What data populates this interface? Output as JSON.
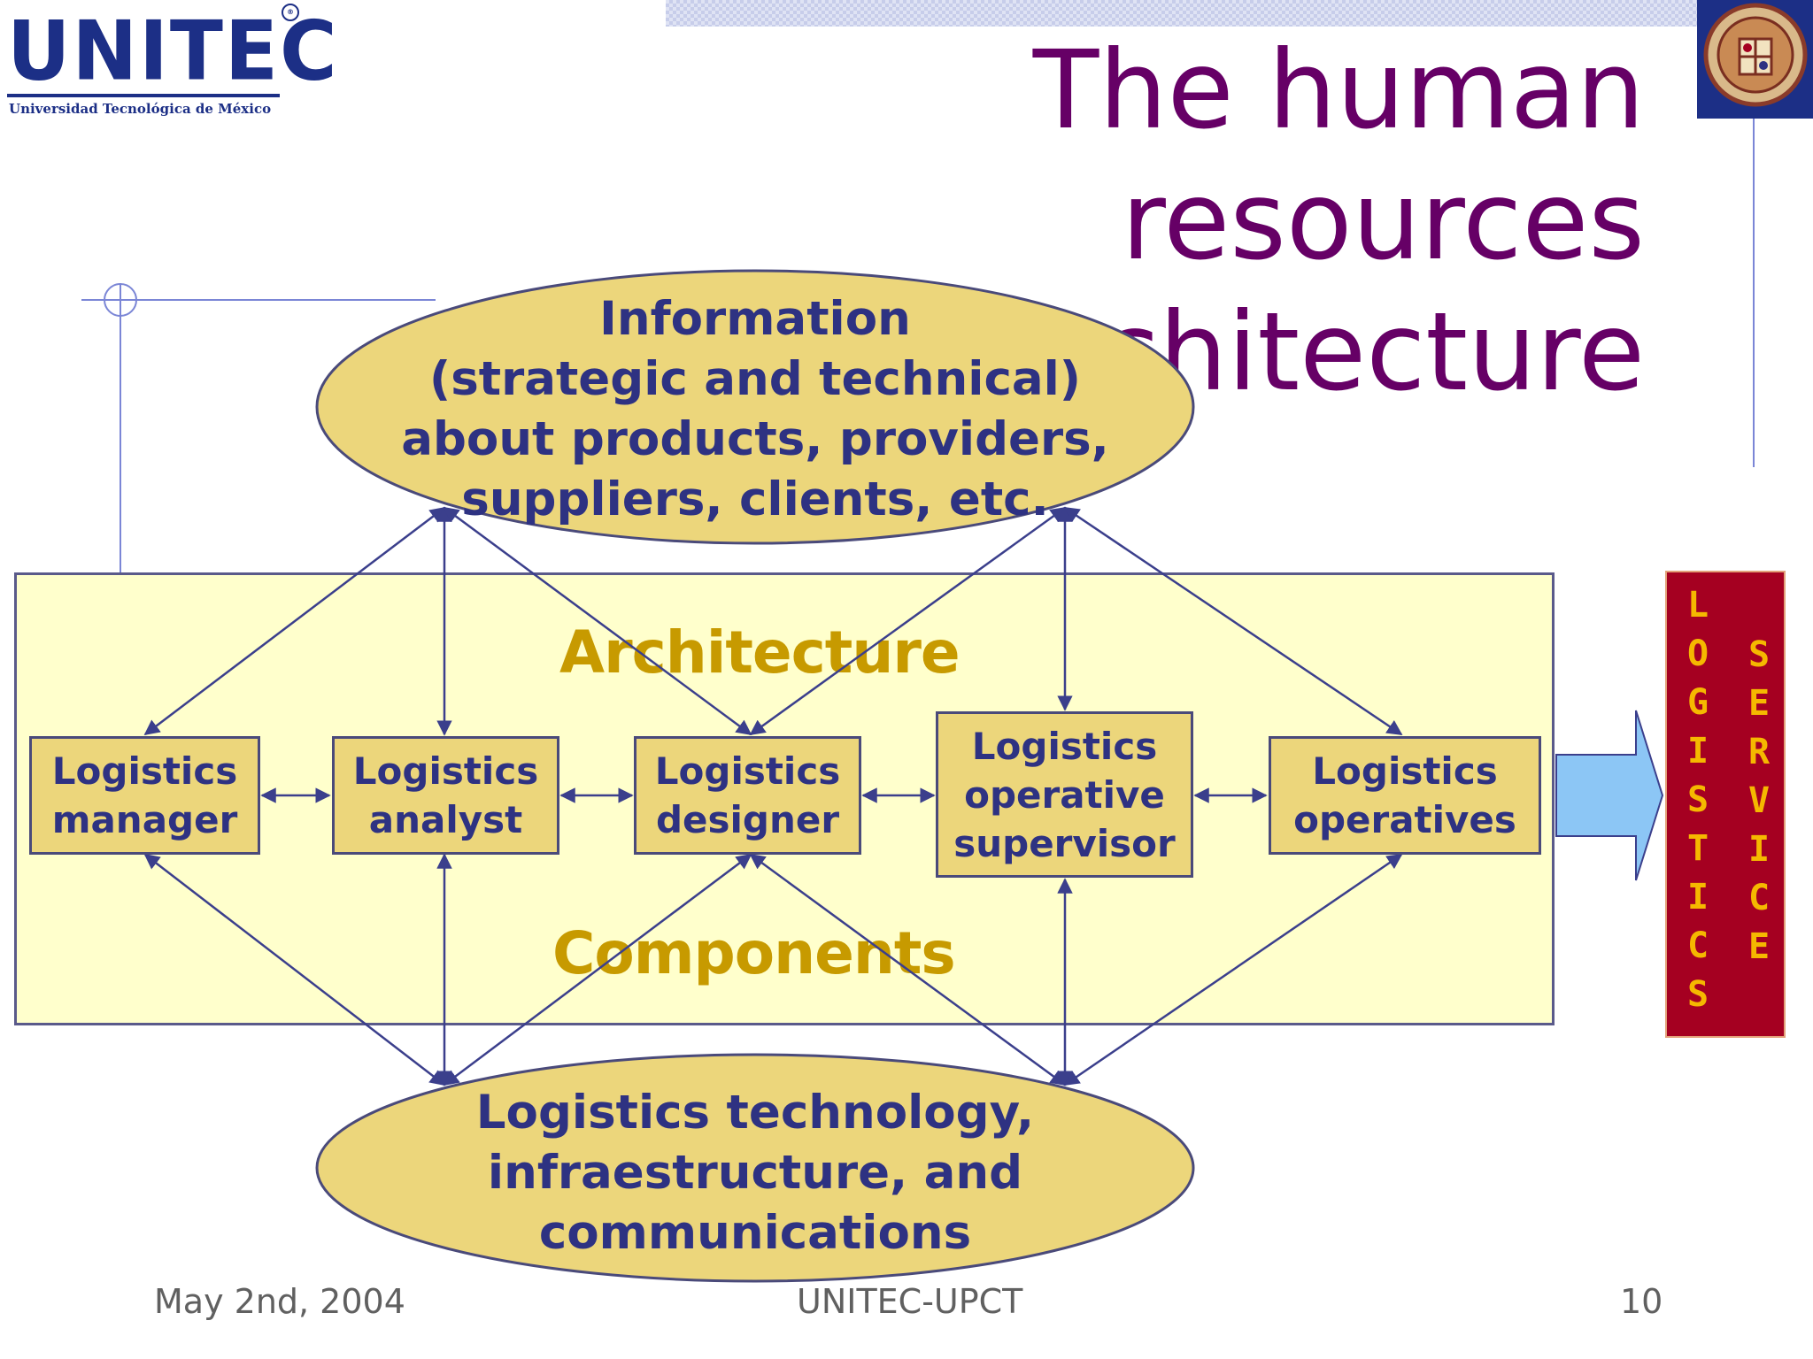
{
  "header": {
    "logo_name": "UNITEC",
    "logo_subtitle": "Universidad Tecnológica de México",
    "title_line1": "The human resources",
    "title_line2": "logistics architecture"
  },
  "diagram": {
    "information_lines": [
      "Information",
      "(strategic and technical)",
      "about products, providers,",
      "suppliers, clients, etc."
    ],
    "architecture_label": "Architecture",
    "components_label": "Components",
    "roles": [
      {
        "lines": [
          "Logistics",
          "manager"
        ]
      },
      {
        "lines": [
          "Logistics",
          "analyst"
        ]
      },
      {
        "lines": [
          "Logistics",
          "designer"
        ]
      },
      {
        "lines": [
          "Logistics",
          "operative",
          "supervisor"
        ]
      },
      {
        "lines": [
          "Logistics",
          "operatives"
        ]
      }
    ],
    "technology_lines": [
      "Logistics technology,",
      "infraestructure, and",
      "communications"
    ],
    "service_left_letters": [
      "L",
      "O",
      "G",
      "I",
      "S",
      "T",
      "I",
      "C",
      "S"
    ],
    "service_right_letters": [
      "S",
      "E",
      "R",
      "V",
      "I",
      "C",
      "E"
    ]
  },
  "footer": {
    "date": "May 2nd, 2004",
    "center": "UNITEC-UPCT",
    "page": "10"
  },
  "colors": {
    "title": "#660066",
    "role_text": "#2e3282",
    "ellipse_fill": "#ecd67b",
    "panel_fill": "#ffffcc",
    "section_label": "#c79a00",
    "service_fill": "#a50021",
    "service_text": "#f5b800",
    "arrow_fill": "#8cc6f5"
  }
}
